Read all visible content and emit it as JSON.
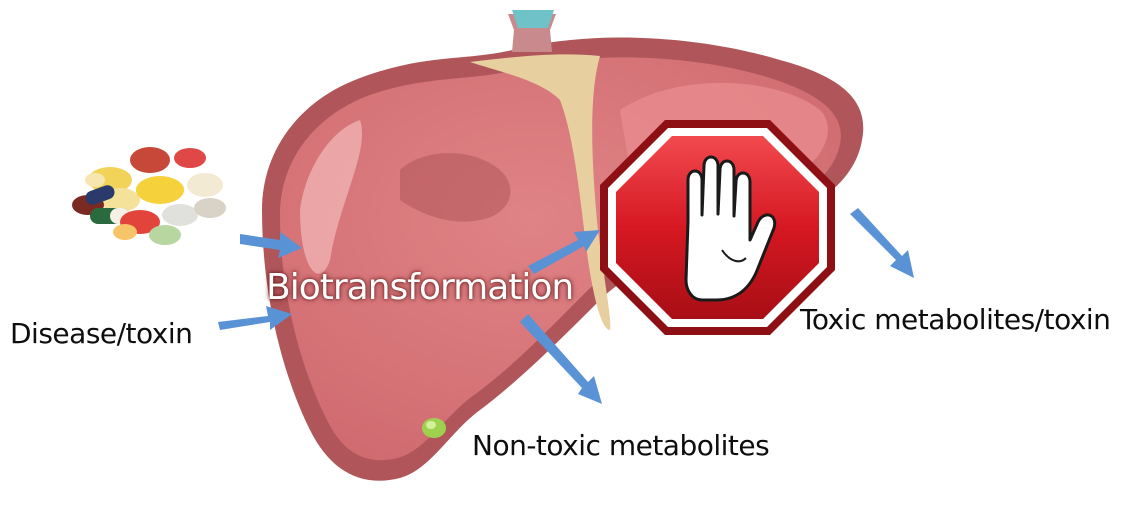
{
  "labels": {
    "disease_toxin": "Disease/toxin",
    "biotransformation": "Biotransformation",
    "toxic_metabolites": "Toxic metabolites/toxin",
    "non_toxic_metabolites": "Non-toxic metabolites"
  },
  "colors": {
    "liver_outline": "#b0565a",
    "liver_fill": "#d9777b",
    "liver_highlight": "#e99a9c",
    "gallbladder_duct": "#e8cfa0",
    "vessel_top": "#6fc3c8",
    "stop_sign_red": "#d61822",
    "stop_sign_border": "#8e1015",
    "arrow_blue": "#5a92d6",
    "gallstone_green": "#9ed24e"
  },
  "icons": {
    "pills": "pills-icon",
    "stop_sign": "stop-hand-icon"
  }
}
